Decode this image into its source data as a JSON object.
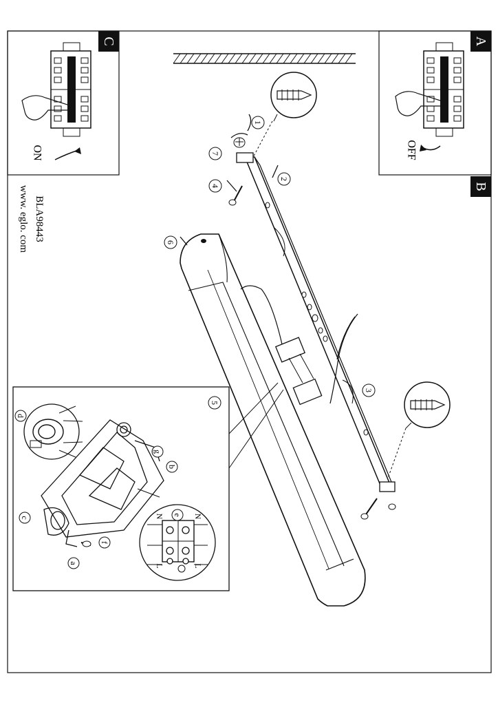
{
  "document": {
    "model_code": "BLA98443",
    "website": "www. eglo. com"
  },
  "panels": {
    "A": {
      "letter": "A",
      "caption": "OFF"
    },
    "B": {
      "letter": "B"
    },
    "C": {
      "letter": "C",
      "caption": "ON"
    }
  },
  "steps": [
    "1",
    "2",
    "3",
    "4",
    "5",
    "6",
    "7"
  ],
  "detail_labels": {
    "a": "a",
    "b": "b",
    "c": "c",
    "d": "d",
    "e": "e",
    "f": "f",
    "g": "g"
  },
  "terminal": {
    "n_top": "N",
    "n_bottom": "N",
    "l_top": "L",
    "l_bottom": "L"
  },
  "colors": {
    "ink": "#111111",
    "panel_letter_bg": "#111111",
    "paper": "#ffffff"
  }
}
